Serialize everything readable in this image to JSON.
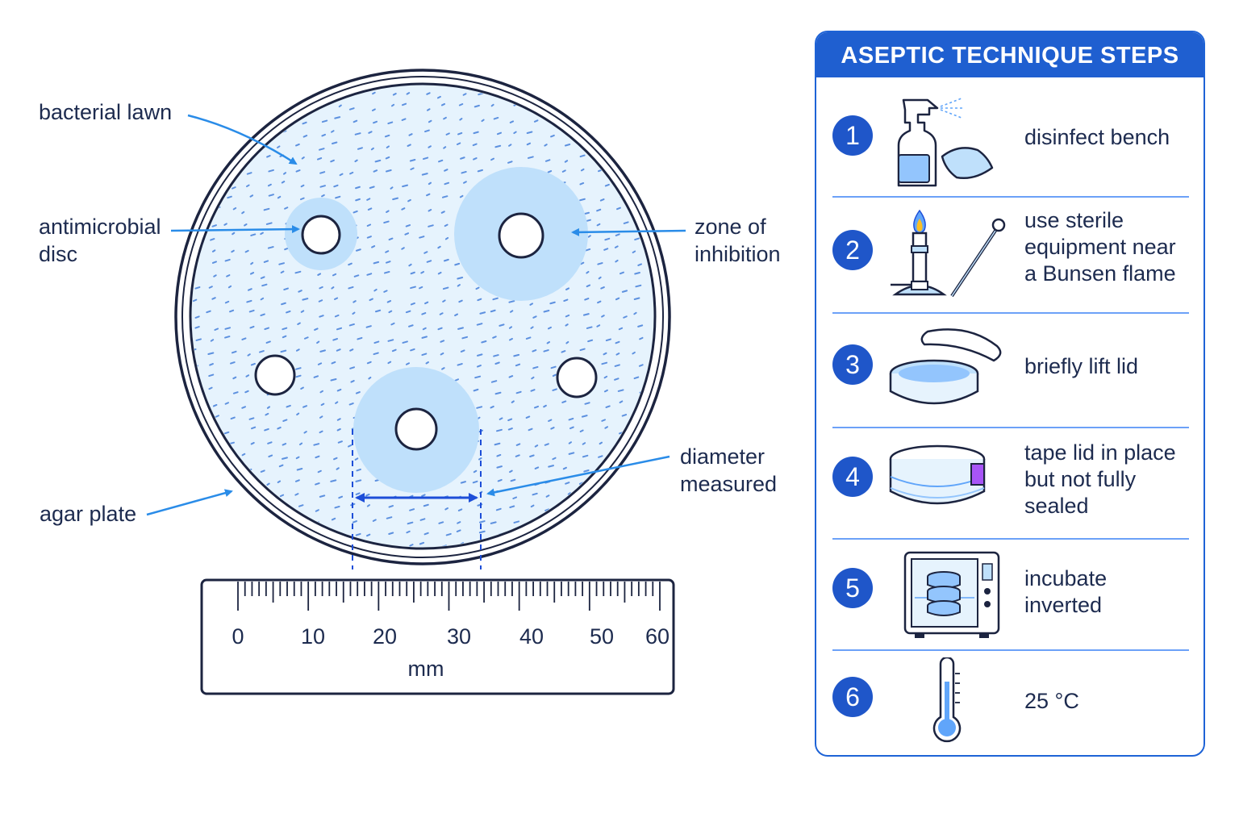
{
  "callouts": {
    "bacterial_lawn": "bacterial lawn",
    "antimicrobial_disc": "antimicrobial\ndisc",
    "zone_of_inhibition": "zone of\ninhibition",
    "diameter_measured": "diameter\nmeasured",
    "agar_plate": "agar plate"
  },
  "ruler": {
    "ticks": [
      "0",
      "10",
      "20",
      "30",
      "40",
      "50",
      "60"
    ],
    "unit": "mm"
  },
  "panel": {
    "title": "ASEPTIC TECHNIQUE STEPS",
    "steps": [
      {
        "number": "1",
        "text": "disinfect bench",
        "icon": "spray-bottle-and-cloth-icon"
      },
      {
        "number": "2",
        "text": "use sterile\nequipment near\na Bunsen flame",
        "icon": "bunsen-burner-and-swab-icon"
      },
      {
        "number": "3",
        "text": "briefly lift lid",
        "icon": "open-petri-dish-icon"
      },
      {
        "number": "4",
        "text": "tape lid in place\nbut not fully\nsealed",
        "icon": "taped-petri-dish-icon"
      },
      {
        "number": "5",
        "text": "incubate\ninverted",
        "icon": "incubator-icon"
      },
      {
        "number": "6",
        "text": "25 °C",
        "icon": "thermometer-icon"
      }
    ]
  },
  "colors": {
    "accent": "#1f5fd0",
    "arrow": "#2a8ce8",
    "zone": "#bfe0fb",
    "lawn": "#e6f3fd",
    "outline": "#1c2440"
  }
}
